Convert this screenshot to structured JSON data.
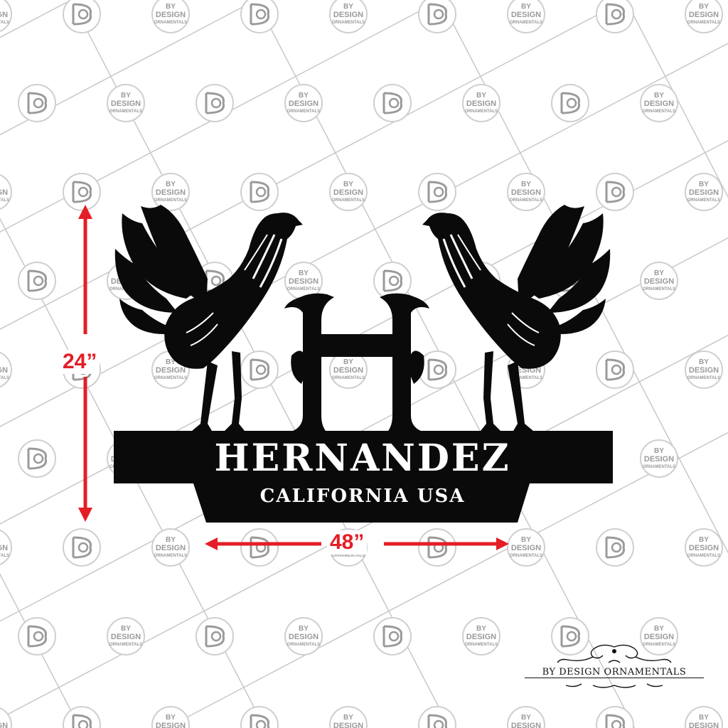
{
  "watermark": {
    "text_top": "BY",
    "text_mid": "DESIGN",
    "text_bottom": "ORNAMENTALS",
    "color": "#9a9a9a",
    "line_color": "#c8c8c8"
  },
  "sign": {
    "monogram": "H",
    "name": "HERNANDEZ",
    "location": "CALIFORNIA  USA",
    "color": "#0a0a0a",
    "text_color": "#ffffff",
    "figures": [
      "rooster-left",
      "rooster-right"
    ]
  },
  "dimensions": {
    "height": "24”",
    "width": "48”",
    "color": "#e41e26"
  },
  "brand": {
    "text": "BY DESIGN ORNAMENTALS"
  }
}
